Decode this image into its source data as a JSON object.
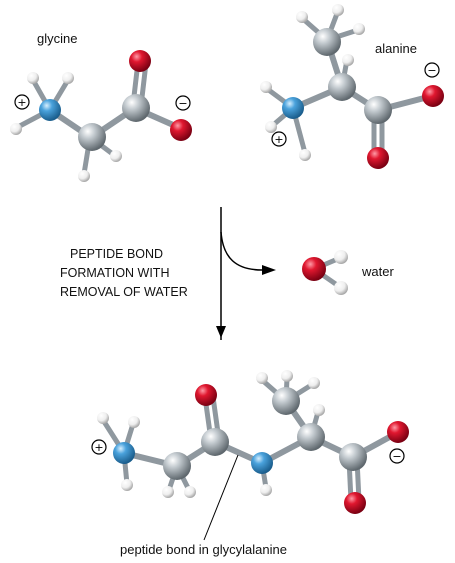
{
  "reactants": {
    "glycine_label": "glycine",
    "alanine_label": "alanine"
  },
  "reaction": {
    "label_line1": "PEPTIDE BOND",
    "label_line2": "FORMATION WITH",
    "label_line3": "REMOVAL OF WATER",
    "water_label": "water"
  },
  "product": {
    "caption": "peptide bond in glycylalanine"
  },
  "charges": {
    "plus": "+",
    "minus": "−"
  },
  "colors": {
    "carbon": "#9aa4ab",
    "oxygen": "#d0102a",
    "nitrogen": "#3d93cf",
    "hydrogen": "#f4f4f4",
    "bond": "#8f989f"
  }
}
